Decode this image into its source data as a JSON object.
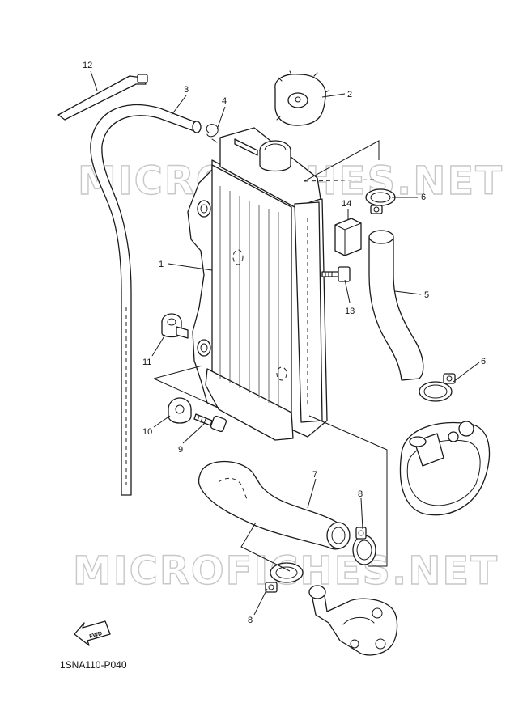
{
  "watermark": "MICROFICHES.NET",
  "diagram_code": "1SNA110-P040",
  "fwd_label": "FWD",
  "callouts": {
    "c1": "1",
    "c2": "2",
    "c3": "3",
    "c4": "4",
    "c5": "5",
    "c6a": "6",
    "c6b": "6",
    "c7": "7",
    "c8a": "8",
    "c8b": "8",
    "c9": "9",
    "c10": "10",
    "c11": "11",
    "c12": "12",
    "c13": "13",
    "c14": "14"
  }
}
